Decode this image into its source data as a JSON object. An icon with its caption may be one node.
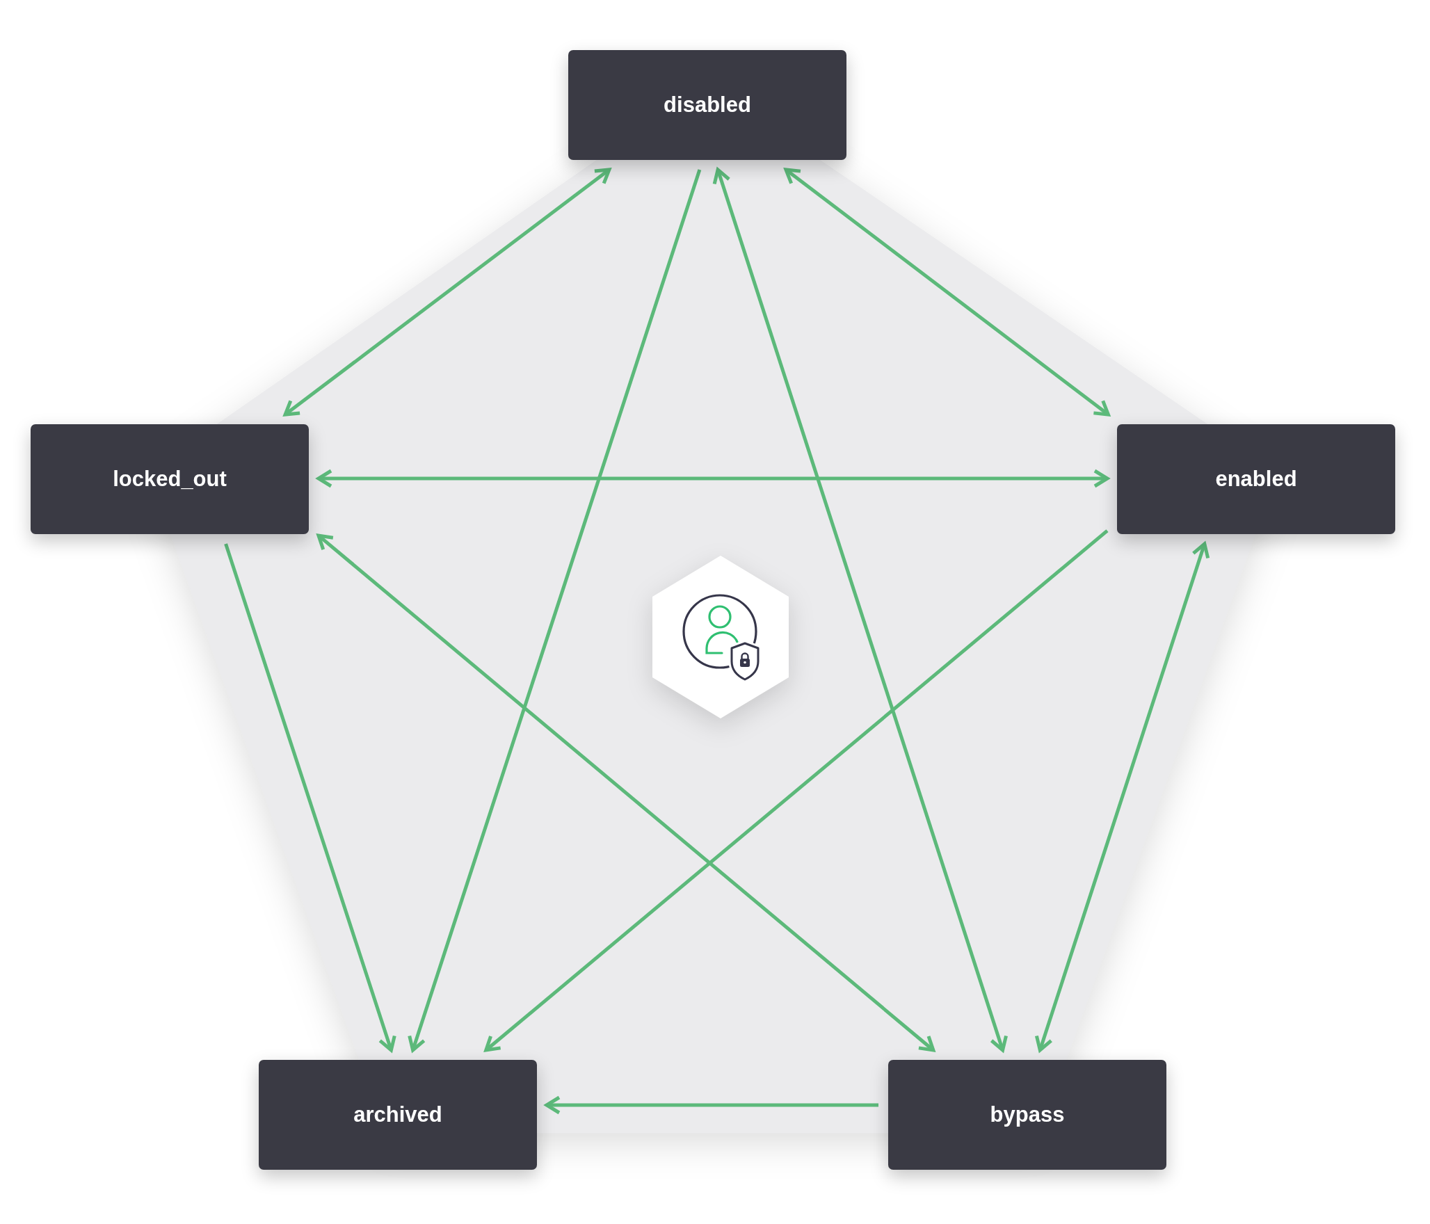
{
  "diagram": {
    "nodes": [
      {
        "text": [
          "disabled"
        ]
      },
      {
        "text": [
          "locked_out"
        ]
      },
      {
        "text": [
          "enabled"
        ]
      },
      {
        "text": [
          "archived"
        ]
      },
      {
        "text": [
          "bypass"
        ]
      }
    ],
    "edges": [
      {
        "from": 0,
        "to": 1,
        "arrow": "both"
      },
      {
        "from": 0,
        "to": 3,
        "arrow": "to"
      },
      {
        "from": 4,
        "to": 0,
        "arrow": "both"
      },
      {
        "from": 0,
        "to": 2,
        "arrow": "both"
      },
      {
        "from": 1,
        "to": 2,
        "arrow": "both"
      },
      {
        "from": 2,
        "to": 3,
        "arrow": "to"
      },
      {
        "from": 2,
        "to": 4,
        "arrow": "both"
      },
      {
        "from": 1,
        "to": 3,
        "arrow": "to"
      },
      {
        "from": 1,
        "to": 4,
        "arrow": "both"
      },
      {
        "from": 4,
        "to": 3,
        "arrow": "to"
      }
    ]
  }
}
